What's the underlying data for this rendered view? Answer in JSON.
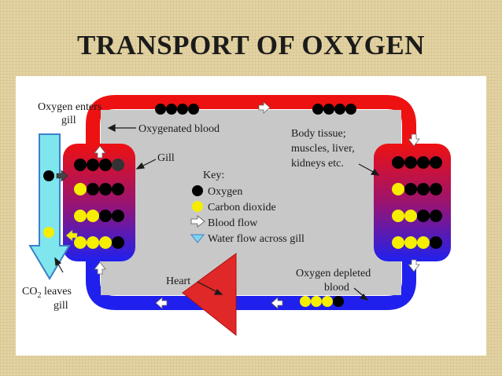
{
  "title": "TRANSPORT OF OXYGEN",
  "labels": {
    "oxygen_enters_line1": "Oxygen enters",
    "oxygen_enters_line2": "gill",
    "oxygenated_blood": "Oxygenated blood",
    "gill": "Gill",
    "body_tissue_line1": "Body tissue;",
    "body_tissue_line2": "muscles, liver,",
    "body_tissue_line3": "kidneys etc.",
    "co2_leaves_prefix": "CO",
    "co2_leaves_sub": "2",
    "co2_leaves_suffix": " leaves",
    "co2_leaves_line2": "gill",
    "heart": "Heart",
    "oxygen_depleted_line1": "Oxygen depleted",
    "oxygen_depleted_line2": "blood"
  },
  "key": {
    "title": "Key:",
    "items": [
      {
        "label": "Oxygen",
        "symbol": "black-dot",
        "color": "#000000"
      },
      {
        "label": "Carbon dioxide",
        "symbol": "yellow-dot",
        "color": "#f5ee00"
      },
      {
        "label": "Blood flow",
        "symbol": "white-arrow",
        "color": "#ffffff"
      },
      {
        "label": "Water flow across gill",
        "symbol": "blue-arrow",
        "color": "#7fd3f0"
      }
    ]
  },
  "colors": {
    "oxygenated": "#ee1111",
    "deoxygenated": "#1111ee",
    "body_interior": "#c8c8c8",
    "water": "#7fe6ee",
    "heart": "#e02828",
    "oxygen": "#000000",
    "carbon_dioxide": "#f5ee00"
  }
}
